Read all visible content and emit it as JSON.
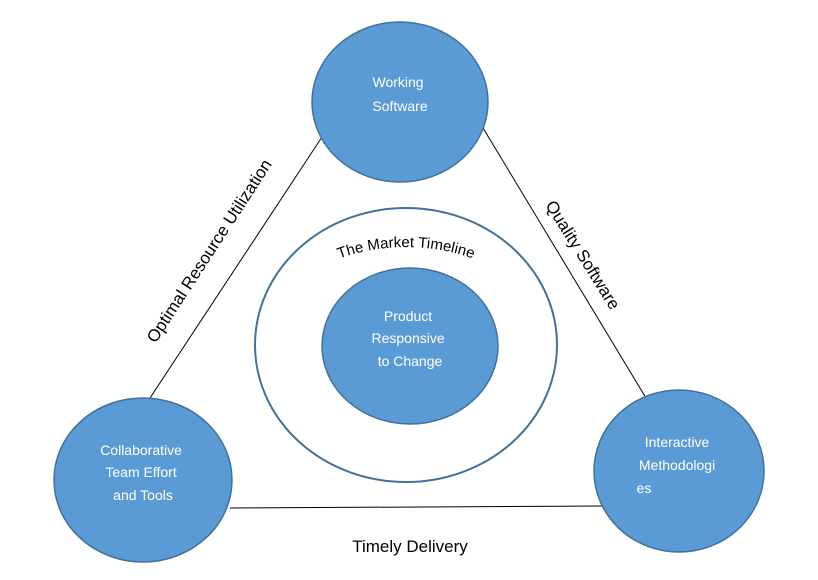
{
  "diagram": {
    "type": "triangle-cycle",
    "colors": {
      "node_fill": "#5b9bd5",
      "node_stroke": "#41719c",
      "node_text": "#ffffff",
      "edge": "#000000",
      "label_text": "#000000"
    },
    "nodes": {
      "top": {
        "lines": [
          "Working",
          "Software"
        ]
      },
      "left": {
        "lines": [
          "Collaborative",
          "Team Effort",
          "and Tools"
        ]
      },
      "right": {
        "lines": [
          "Interactive",
          "Methodologi",
          "es"
        ]
      },
      "center": {
        "lines": [
          "Product",
          "Responsive",
          "to Change"
        ]
      }
    },
    "ring": {
      "label": "The Market Timeline"
    },
    "edges": {
      "left": {
        "from": "left",
        "to": "top",
        "label": "Optimal Resource Utilization"
      },
      "right": {
        "from": "top",
        "to": "right",
        "label": "Quality Software"
      },
      "bottom": {
        "from": "left",
        "to": "right",
        "label": "Timely Delivery"
      }
    }
  }
}
